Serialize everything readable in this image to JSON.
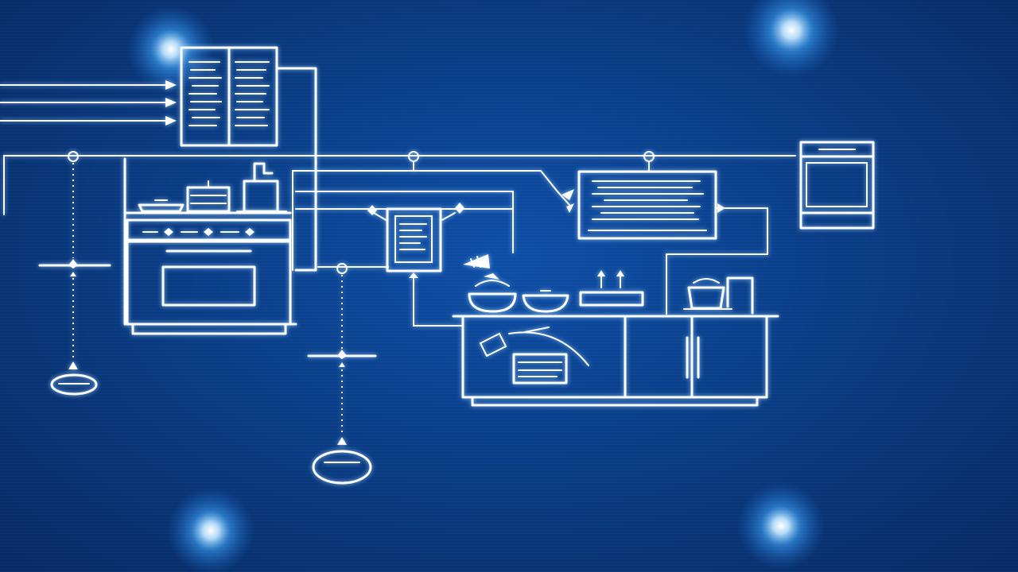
{
  "colors": {
    "background": "#0a3d86",
    "background_dark": "#072a63",
    "line": "#ffffff",
    "glow": "#3fa9ff"
  },
  "components": [
    {
      "name": "recipe-display-panel",
      "icon": "document-panel-icon"
    },
    {
      "name": "stove-oven-unit",
      "icon": "oven-icon"
    },
    {
      "name": "control-tablet",
      "icon": "tablet-icon"
    },
    {
      "name": "monitor-screen",
      "icon": "monitor-icon"
    },
    {
      "name": "refrigerator-unit",
      "icon": "fridge-icon"
    },
    {
      "name": "prep-counter",
      "icon": "counter-icon"
    },
    {
      "name": "hanging-lamp-left",
      "icon": "pendant-lamp-icon"
    },
    {
      "name": "hanging-lamp-center",
      "icon": "pendant-lamp-icon"
    }
  ],
  "lights": [
    {
      "name": "light-top-left"
    },
    {
      "name": "light-top-right"
    },
    {
      "name": "light-bottom-left"
    },
    {
      "name": "light-bottom-right"
    }
  ]
}
